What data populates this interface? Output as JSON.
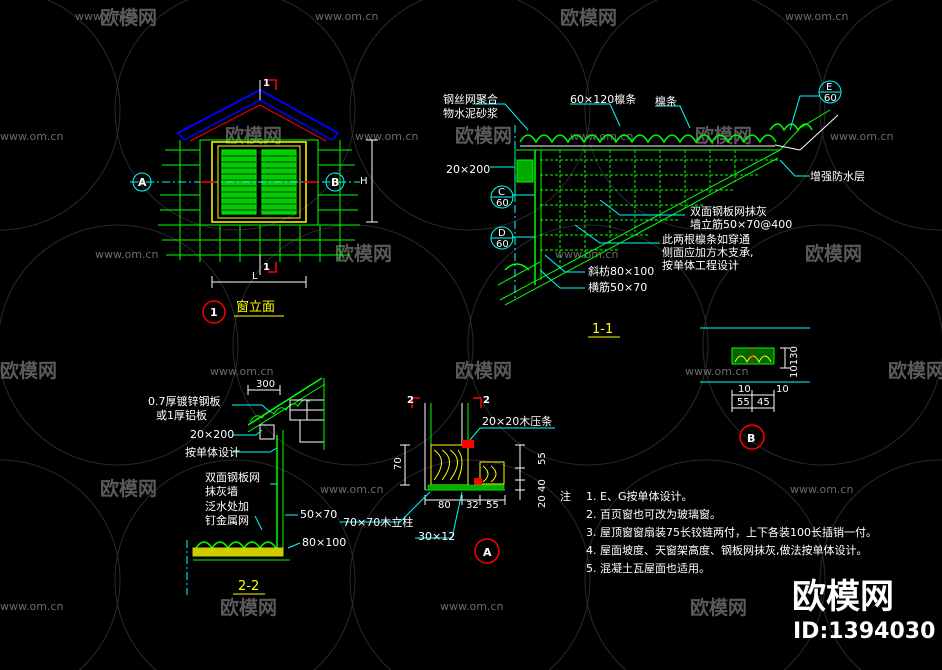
{
  "watermark": {
    "url": "www.om.cn",
    "logo": "欧模网"
  },
  "window_elevation": {
    "section_mark": "1",
    "bubble_a": "A",
    "bubble_b": "B",
    "dim_h": "H",
    "dim_l": "L",
    "title_num": "1",
    "title": "窗立面"
  },
  "section_1_1": {
    "label_mesh": [
      "钢丝网聚合",
      "物水泥砂浆"
    ],
    "label_purlin_size": "60×120檩条",
    "label_purlin": "檩条",
    "label_20x200": "20×200",
    "bubble_e": [
      "E",
      "60"
    ],
    "bubble_c": [
      "C",
      "60"
    ],
    "bubble_d": [
      "D",
      "60"
    ],
    "label_waterproof": "增强防水层",
    "label_plaster": [
      "双面钢板网抹灰",
      "墙立筋50×70@400"
    ],
    "label_note": [
      "此两根檩条如穿通",
      "侧面应加方木支承,",
      "按单体工程设计"
    ],
    "label_brace": "斜枋80×100",
    "label_rib": "横筋50×70",
    "title": "1-1"
  },
  "detail_b": {
    "dim_v": "10130",
    "dim_10a": "10",
    "dim_10b": "10",
    "dim_55": "55",
    "dim_45": "45",
    "title": "B"
  },
  "section_2_2": {
    "dim_300": "300",
    "label_plate": [
      "0.7厚镀锌钢板",
      "或1厚铝板"
    ],
    "label_20x200": "20×200",
    "label_design": "按单体设计",
    "label_plaster": [
      "双面钢板网",
      "抹灰墙"
    ],
    "label_flash": [
      "泛水处加",
      "钉金属网"
    ],
    "label_50x70": "50×70",
    "label_80x100": "80×100",
    "title": "2-2"
  },
  "detail_a": {
    "cut_2l": "2",
    "cut_2r": "2",
    "label_strip": "20×20木压条",
    "dim_70": "70",
    "dim_55": "55",
    "dim_40": "40",
    "dim_20": "20",
    "dim_80": "80",
    "dim_32": "32",
    "dim_55b": "55",
    "label_post": "70×70木立柱",
    "label_30x12": "30×12",
    "title": "A"
  },
  "notes": {
    "prefix": "注",
    "items": [
      "1. E、G按单体设计。",
      "2. 百页窗也可改为玻璃窗。",
      "3. 屋顶窗窗扇装75长铰链两付，上下各装100长插销一付。",
      "4. 屋面坡度、天窗架高度、钢板网抹灰,做法按单体设计。",
      "5. 混凝土瓦屋面也适用。"
    ]
  },
  "brand": {
    "name": "欧模网",
    "id": "ID:1394030"
  },
  "colors": {
    "background": "#000000",
    "green": "#00ff00",
    "yellow": "#ffff00",
    "red": "#ff0000",
    "blue": "#0000ff",
    "cyan": "#00ffff",
    "white": "#ffffff"
  }
}
